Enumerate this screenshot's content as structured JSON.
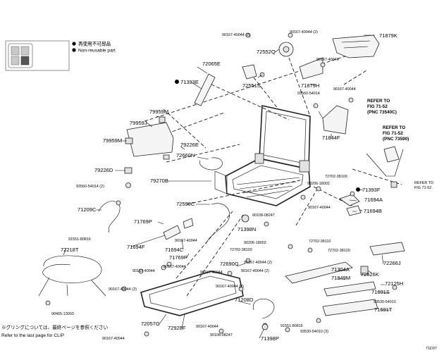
{
  "legend": {
    "line1": "再使用不可部品",
    "line2": "Non-reusable part"
  },
  "footer": {
    "clip_jp": "※グリングについては、最終ページを参照ください",
    "clip_en": "Refer to the last page for CLIP",
    "figure_id": "71D37"
  },
  "refs": {
    "fig1_l1": "REFER TO",
    "fig1_l2": "FIG 71-52",
    "fig1_l3": "(PNC 73540C)",
    "fig2_l1": "REFER TO",
    "fig2_l2": "FIG 71-52",
    "fig2_l3": "(PNC 73590)",
    "fig3_l1": "REFER TO",
    "fig3_l2": "FIG 71-52"
  },
  "labels": {
    "p71879K": "71879K",
    "p72552Q": "72552Q",
    "p72065E": "72065E",
    "p71393E_top": "71393E",
    "p72551S": "72551S",
    "p71879H": "71879H",
    "p71844F": "71844F",
    "p79959M_top": "79959M",
    "p79959J": "79959J",
    "p79959M": "79959M",
    "p79226E": "79226E",
    "p72660N": "72660N",
    "p79226D": "79226D",
    "p79270B": "79270B",
    "p71393F": "71393F",
    "p71694A": "71694A",
    "p72590C": "72590C",
    "p71209C": "71209C",
    "p71694B": "71694B",
    "p71769P_a": "71769P",
    "p71398N": "71398N",
    "p71694F": "71694F",
    "p71694C": "71694C",
    "p71769P_b": "71769P",
    "p72218T": "72218T",
    "p72690G": "72690G",
    "p71304A": "71304A",
    "p71849M": "71849M",
    "p72526K": "72526K",
    "p72266J": "72266J",
    "p72125H": "72125H",
    "p71691S": "71691S",
    "p71691T": "71691T",
    "p71208D": "71208D",
    "p72057G": "72057G",
    "p72928F": "72928F",
    "p71398P": "71398P"
  },
  "fasteners": {
    "f1": "90167-40044 (2)",
    "f2": "90167-40044 (2)",
    "f3": "90167-40044",
    "f4": "93560-54014",
    "f5": "90167-40044",
    "f6": "93560-54014 (2)",
    "f7": "72702-38100",
    "f8": "90206-18002",
    "f9": "90167-40044",
    "f10": "90108-08247",
    "f11": "91551-80816",
    "f12": "90167-40044",
    "f13": "90206-18002",
    "f14": "72702-38100",
    "f15": "72702-38110",
    "f16": "72702-38120",
    "f17": "90167-40044",
    "f18": "90167-40044 (2)",
    "f19": "90167-40044",
    "f20": "90167-40044 (2)",
    "f21": "90167-40044",
    "f22": "90167-40044 (2)",
    "f23": "90108-08247",
    "f24": "91551-80816",
    "f25": "93530-54010 (3)",
    "f26": "93530-54010",
    "f27": "90167-40044 (2)",
    "f28": "90465-13003",
    "f29": "90167-40044",
    "f30": "90167-40044"
  }
}
